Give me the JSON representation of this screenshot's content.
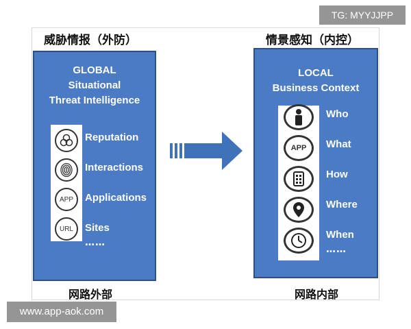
{
  "left": {
    "heading": "威胁情报（外防）",
    "title_lines": [
      "GLOBAL",
      "Situational",
      "Threat Intelligence"
    ],
    "items": [
      {
        "label": "Reputation",
        "icon": "biohazard-icon"
      },
      {
        "label": "Interactions",
        "icon": "fingerprint-icon"
      },
      {
        "label": "Applications",
        "icon": "app-icon",
        "icon_text": "APP"
      },
      {
        "label": "Sites",
        "icon": "url-icon",
        "icon_text": "URL"
      }
    ],
    "more": "……",
    "footer": "网路外部"
  },
  "right": {
    "heading": "情景感知（内控）",
    "title_lines": [
      "LOCAL",
      "Business Context"
    ],
    "items": [
      {
        "label": "Who",
        "icon": "person-icon"
      },
      {
        "label": "What",
        "icon": "app-icon",
        "icon_text": "APP"
      },
      {
        "label": "How",
        "icon": "device-icon"
      },
      {
        "label": "Where",
        "icon": "location-pin-icon"
      },
      {
        "label": "When",
        "icon": "clock-icon"
      }
    ],
    "more": "……",
    "footer": "网路内部"
  },
  "watermarks": {
    "top": "TG: MYYJJPP",
    "bottom": "www.app-aok.com"
  },
  "colors": {
    "panel": "#4a7bc4",
    "panel_border": "#2c4f86",
    "arrow": "#3f72b8"
  }
}
